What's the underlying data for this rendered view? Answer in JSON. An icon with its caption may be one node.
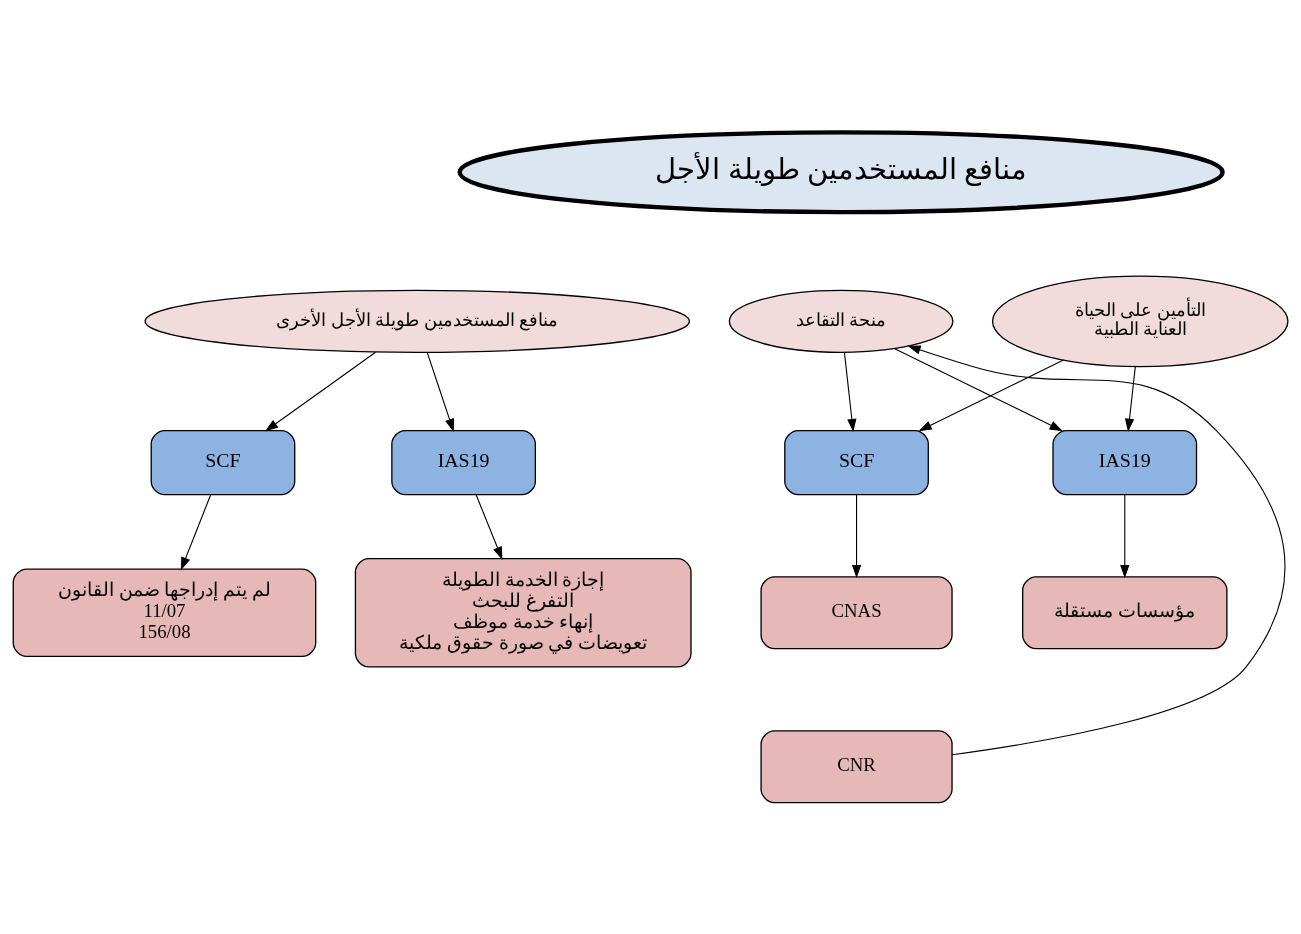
{
  "diagram": {
    "nodes": [
      {
        "text": [
          "منافع المستخدمين طويلة الأجل"
        ]
      },
      {
        "text": [
          "منافع المستخدمين طويلة الأجل الأخرى"
        ]
      },
      {
        "text": [
          "التأمين على الحياة",
          "العناية الطبية"
        ]
      },
      {
        "text": [
          "منحة التقاعد"
        ]
      },
      {
        "text": [
          "IAS19"
        ]
      },
      {
        "text": [
          "SCF"
        ]
      },
      {
        "text": [
          "IAS19"
        ]
      },
      {
        "text": [
          "SCF"
        ]
      },
      {
        "text": [
          "إجازة الخدمة الطويلة",
          "التفرغ للبحث",
          "إنهاء خدمة موظف",
          "تعويضات في صورة حقوق ملكية"
        ]
      },
      {
        "text": [
          "لم يتم إدراجها ضمن القانون",
          "11/07",
          "156/08"
        ]
      },
      {
        "text": [
          "مؤسسات مستقلة"
        ]
      },
      {
        "text": [
          "CNAS"
        ]
      },
      {
        "text": [
          "CNR"
        ]
      }
    ],
    "edges": [
      {
        "from": 1,
        "to": 4,
        "arrow": "to"
      },
      {
        "from": 1,
        "to": 5,
        "arrow": "to"
      },
      {
        "from": 2,
        "to": 6,
        "arrow": "to"
      },
      {
        "from": 2,
        "to": 7,
        "arrow": "to"
      },
      {
        "from": 3,
        "to": 6,
        "arrow": "to"
      },
      {
        "from": 3,
        "to": 7,
        "arrow": "to"
      },
      {
        "from": 4,
        "to": 8,
        "arrow": "to"
      },
      {
        "from": 5,
        "to": 9,
        "arrow": "to"
      },
      {
        "from": 6,
        "to": 10,
        "arrow": "to"
      },
      {
        "from": 7,
        "to": 11,
        "arrow": "to"
      },
      {
        "from": 12,
        "to": 3,
        "arrow": "to"
      }
    ]
  }
}
